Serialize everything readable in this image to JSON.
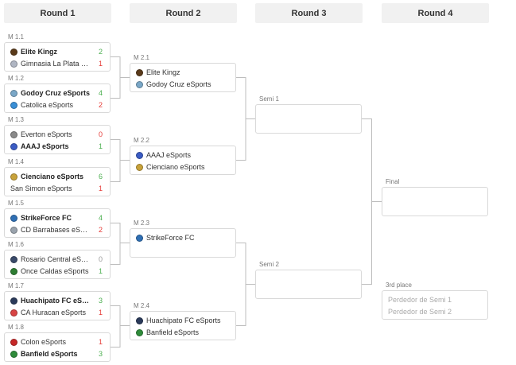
{
  "rounds": [
    "Round 1",
    "Round 2",
    "Round 3",
    "Round 4"
  ],
  "round1": [
    {
      "label": "M 1.1",
      "teams": [
        {
          "name": "Elite Kingz",
          "score": "2",
          "win": true,
          "logo": "elite-kingz-logo",
          "color": "#5a3a1a"
        },
        {
          "name": "Gimnasia La Plata eSports",
          "score": "1",
          "win": false,
          "logo": "gimnasia-logo",
          "color": "#b0b6c3"
        }
      ]
    },
    {
      "label": "M 1.2",
      "teams": [
        {
          "name": "Godoy Cruz eSports",
          "score": "4",
          "win": true,
          "logo": "godoy-cruz-logo",
          "color": "#7aa7c7"
        },
        {
          "name": "Catolica eSports",
          "score": "2",
          "win": false,
          "logo": "catolica-logo",
          "color": "#3a8fd6"
        }
      ]
    },
    {
      "label": "M 1.3",
      "teams": [
        {
          "name": "Everton eSports",
          "score": "0",
          "win": false,
          "logo": "everton-logo",
          "color": "#8a8a8a"
        },
        {
          "name": "AAAJ eSports",
          "score": "1",
          "win": true,
          "logo": "aaaj-logo",
          "color": "#3b5cc4"
        }
      ]
    },
    {
      "label": "M 1.4",
      "teams": [
        {
          "name": "Cienciano eSports",
          "score": "6",
          "win": true,
          "logo": "cienciano-logo",
          "color": "#c8a23a"
        },
        {
          "name": "San Simon eSports",
          "score": "1",
          "win": false,
          "logo": "",
          "color": ""
        }
      ]
    },
    {
      "label": "M 1.5",
      "teams": [
        {
          "name": "StrikeForce FC",
          "score": "4",
          "win": true,
          "logo": "strikeforce-logo",
          "color": "#2f6fb4"
        },
        {
          "name": "CD Barrabases eSports",
          "score": "2",
          "win": false,
          "logo": "barrabases-logo",
          "color": "#9aa3ad"
        }
      ]
    },
    {
      "label": "M 1.6",
      "teams": [
        {
          "name": "Rosario Central eSports",
          "score": "0",
          "win": false,
          "logo": "rosario-central-logo",
          "color": "#3a4a6a"
        },
        {
          "name": "Once Caldas eSports",
          "score": "1",
          "win": false,
          "logo": "once-caldas-logo",
          "color": "#2e7d32"
        }
      ]
    },
    {
      "label": "M 1.7",
      "teams": [
        {
          "name": "Huachipato FC eSports",
          "score": "3",
          "win": true,
          "logo": "huachipato-logo",
          "color": "#2a3a5a"
        },
        {
          "name": "CA Huracan eSports",
          "score": "1",
          "win": false,
          "logo": "huracan-logo",
          "color": "#d84343"
        }
      ]
    },
    {
      "label": "M 1.8",
      "teams": [
        {
          "name": "Colon eSports",
          "score": "1",
          "win": false,
          "logo": "colon-logo",
          "color": "#c62828"
        },
        {
          "name": "Banfield eSports",
          "score": "3",
          "win": true,
          "logo": "banfield-logo",
          "color": "#2e8b3a"
        }
      ]
    }
  ],
  "round2": [
    {
      "label": "M 2.1",
      "teams": [
        {
          "name": "Elite Kingz",
          "logo": "elite-kingz-logo",
          "color": "#5a3a1a"
        },
        {
          "name": "Godoy Cruz eSports",
          "logo": "godoy-cruz-logo",
          "color": "#7aa7c7"
        }
      ]
    },
    {
      "label": "M 2.2",
      "teams": [
        {
          "name": "AAAJ eSports",
          "logo": "aaaj-logo",
          "color": "#3b5cc4"
        },
        {
          "name": "Cienciano eSports",
          "logo": "cienciano-logo",
          "color": "#c8a23a"
        }
      ]
    },
    {
      "label": "M 2.3",
      "teams": [
        {
          "name": "StrikeForce FC",
          "logo": "strikeforce-logo",
          "color": "#2f6fb4"
        },
        {
          "name": "",
          "logo": "",
          "color": ""
        }
      ]
    },
    {
      "label": "M 2.4",
      "teams": [
        {
          "name": "Huachipato FC eSports",
          "logo": "huachipato-logo",
          "color": "#2a3a5a"
        },
        {
          "name": "Banfield eSports",
          "logo": "banfield-logo",
          "color": "#2e8b3a"
        }
      ]
    }
  ],
  "round3": [
    {
      "label": "Semi 1"
    },
    {
      "label": "Semi 2"
    }
  ],
  "round4": [
    {
      "label": "Final",
      "teams": []
    },
    {
      "label": "3rd place",
      "teams": [
        {
          "name": "Perdedor de Semi 1",
          "placeholder": true
        },
        {
          "name": "Perdedor de Semi 2",
          "placeholder": true
        }
      ]
    }
  ]
}
